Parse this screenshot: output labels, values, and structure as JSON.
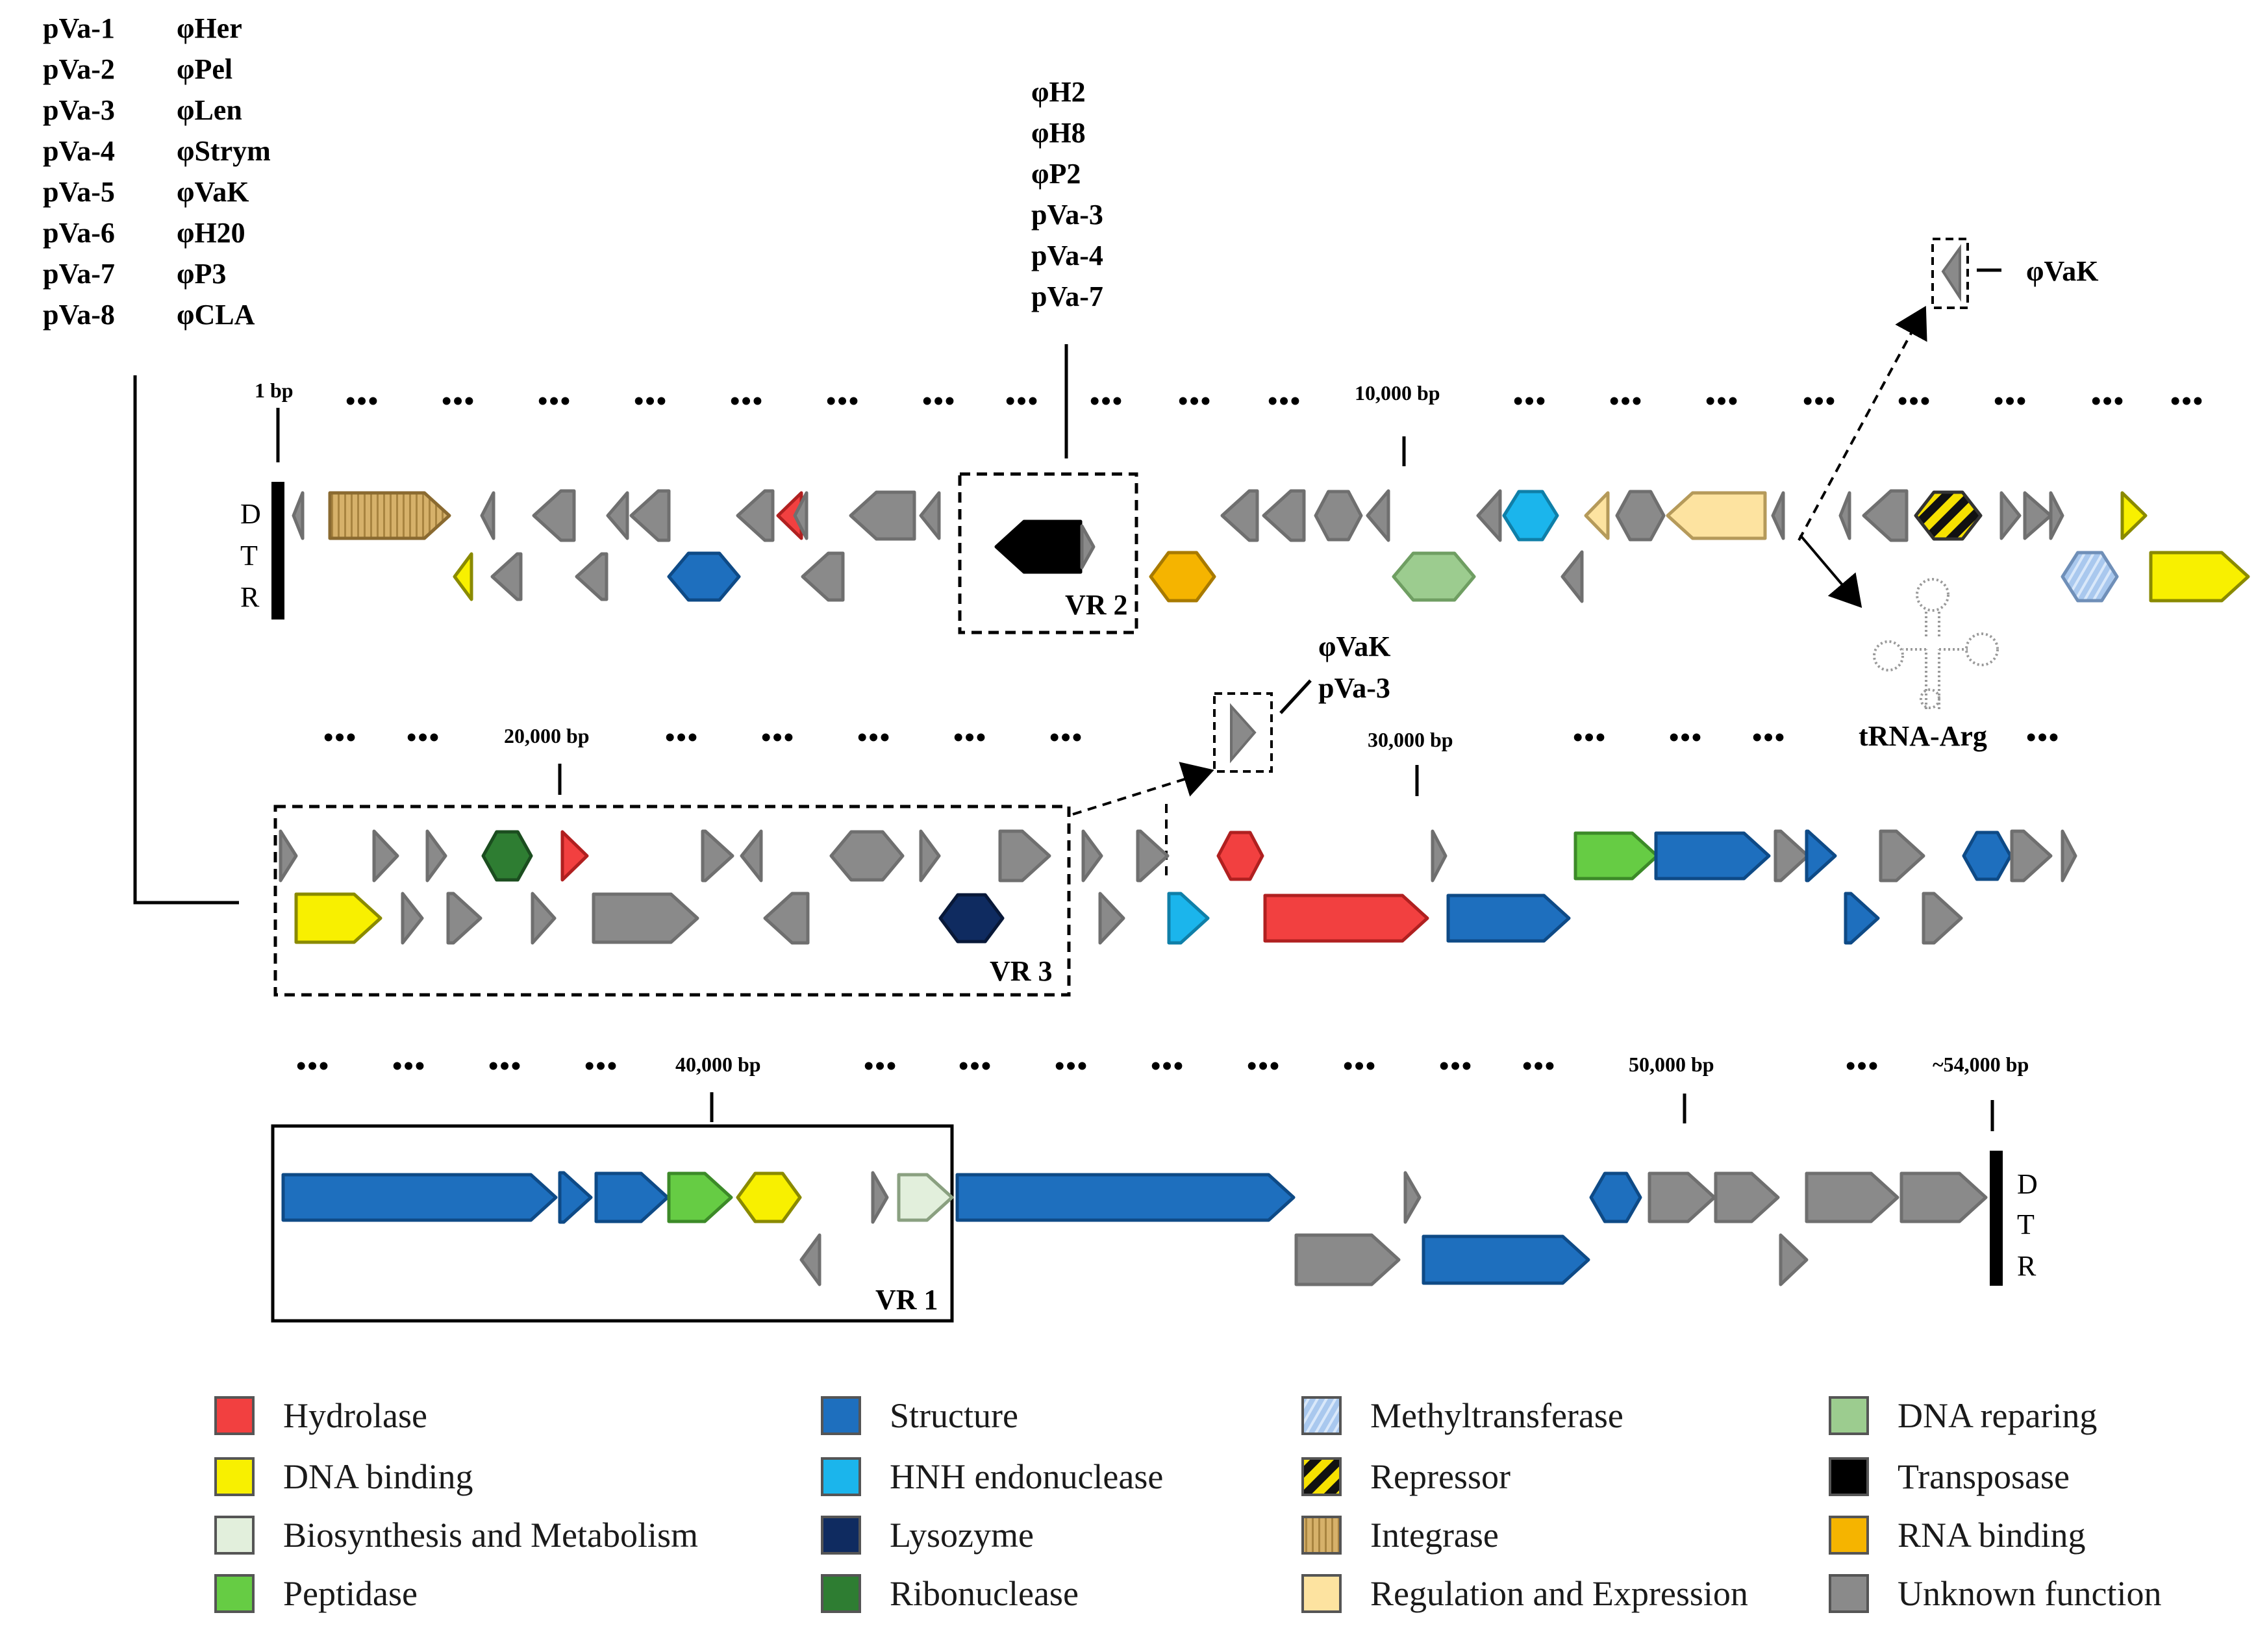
{
  "lists": {
    "left_plasmids": [
      "pVa-1",
      "pVa-2",
      "pVa-3",
      "pVa-4",
      "pVa-5",
      "pVa-6",
      "pVa-7",
      "pVa-8"
    ],
    "left_phages": [
      "φHer",
      "φPel",
      "φLen",
      "φStrym",
      "φVaK",
      "φH20",
      "φP3",
      "φCLA"
    ],
    "vr2_members": [
      "φH2",
      "φH8",
      "φP2",
      "pVa-3",
      "pVa-4",
      "pVa-7"
    ],
    "vak_top": "φVaK",
    "vak_mid": [
      "φVaK",
      "pVa-3"
    ]
  },
  "positions": {
    "p1": "1 bp",
    "p10k": "10,000 bp",
    "p20k": "20,000 bp",
    "p30k": "30,000 bp",
    "p40k": "40,000 bp",
    "p50k": "50,000 bp",
    "p54k": "~54,000 bp"
  },
  "regions": {
    "vr1": "VR 1",
    "vr2": "VR 2",
    "vr3": "VR 3",
    "trna": "tRNA-Arg"
  },
  "dtr": [
    "D",
    "T",
    "R"
  ],
  "ellipsis": "•••",
  "colors": {
    "Hydrolase": "#f24040",
    "DNA binding": "#f8f000",
    "Biosynthesis and Metabolism": "#e2efdc",
    "Peptidase": "#66cc44",
    "Structure": "#1e6fbe",
    "HNH endonuclease": "#1bb5ec",
    "Lysozyme": "#0f2b60",
    "Ribonuclease": "#2e7d32",
    "Methyltransferase": "#a9c8ee",
    "Repressor": "#f6e100",
    "Integrase": "#caa560",
    "Regulation and Expression": "#fde3a0",
    "DNA reparing": "#9ccc8f",
    "Transposase": "#000000",
    "RNA binding": "#f5b400",
    "Unknown function": "#8a8a8a"
  },
  "legend": [
    {
      "label": "Hydrolase",
      "key": "Hydrolase"
    },
    {
      "label": "DNA binding",
      "key": "DNA binding"
    },
    {
      "label": "Biosynthesis and Metabolism",
      "key": "Biosynthesis and Metabolism"
    },
    {
      "label": "Peptidase",
      "key": "Peptidase"
    },
    {
      "label": "Structure",
      "key": "Structure"
    },
    {
      "label": "HNH endonuclease",
      "key": "HNH endonuclease"
    },
    {
      "label": "Lysozyme",
      "key": "Lysozyme"
    },
    {
      "label": "Ribonuclease",
      "key": "Ribonuclease"
    },
    {
      "label": "Methyltransferase",
      "key": "Methyltransferase"
    },
    {
      "label": "Repressor",
      "key": "Repressor"
    },
    {
      "label": "Integrase",
      "key": "Integrase"
    },
    {
      "label": "Regulation and Expression",
      "key": "Regulation and Expression"
    },
    {
      "label": "DNA reparing",
      "key": "DNA reparing"
    },
    {
      "label": "Transposase",
      "key": "Transposase"
    },
    {
      "label": "RNA binding",
      "key": "RNA binding"
    },
    {
      "label": "Unknown function",
      "key": "Unknown function"
    }
  ]
}
